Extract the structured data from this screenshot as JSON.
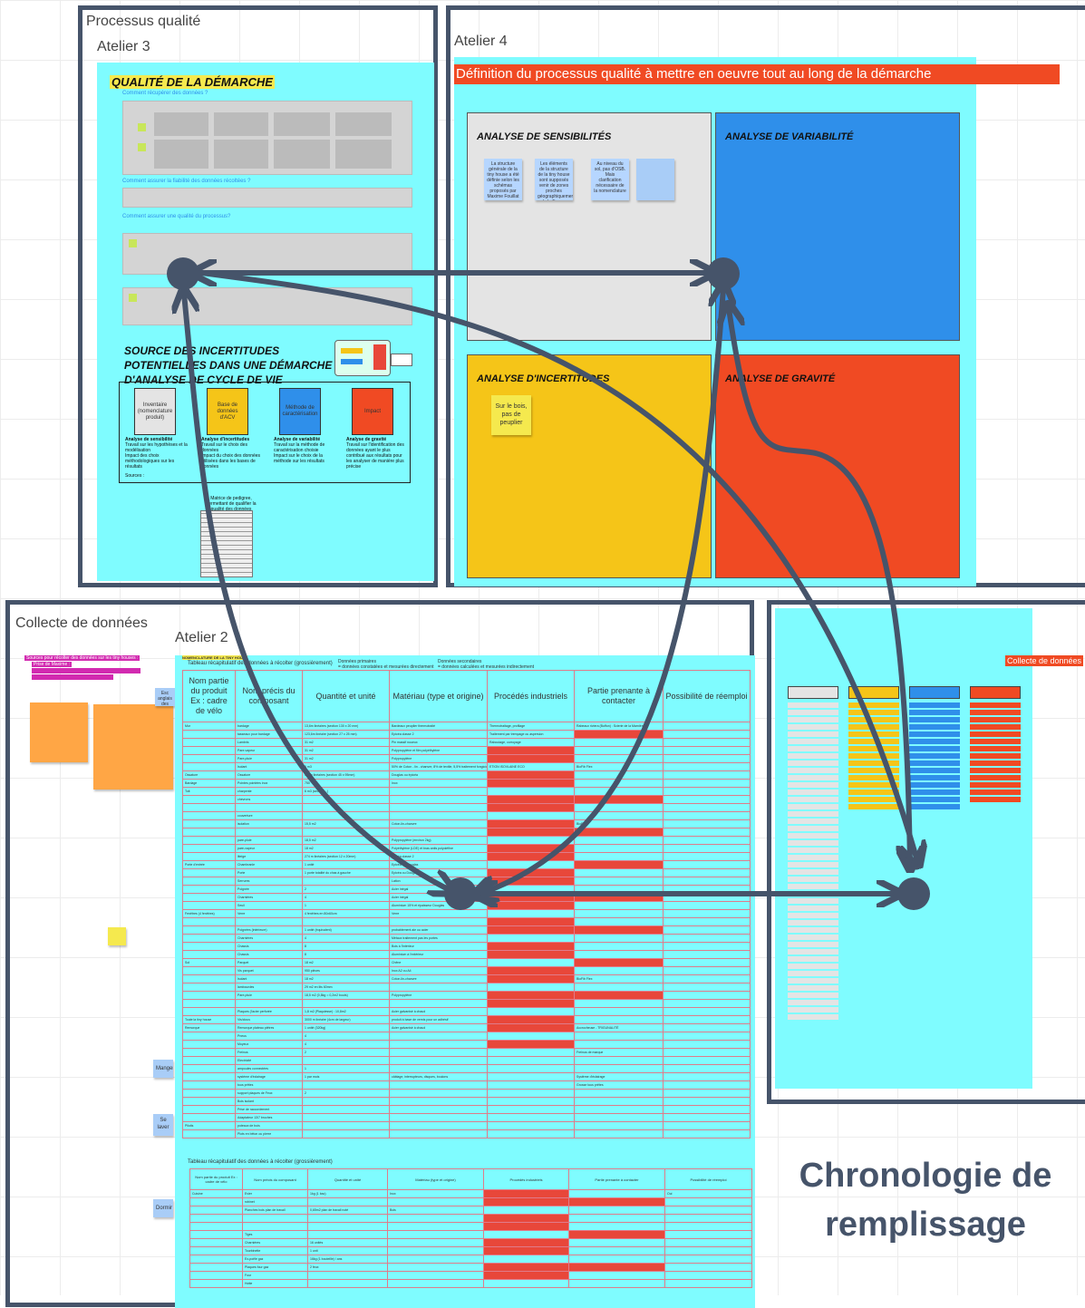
{
  "frames": {
    "processus": {
      "title": "Processus qualité"
    },
    "atelier3": {
      "title": "Atelier 3"
    },
    "atelier4": {
      "title": "Atelier 4"
    },
    "collecte": {
      "title": "Collecte de données"
    },
    "atelier2": {
      "title": "Atelier 2"
    }
  },
  "atelier3": {
    "heading": "QUALITÉ DE LA DÉMARCHE",
    "q1": "Comment récupérer des données ?",
    "q2": "Comment assurer la fiabilité des données récoltées ?",
    "q3": "Comment assurer une qualité du processus?",
    "source_heading": "SOURCE DES INCERTITUDES POTENTIELLES DANS UNE DÉMARCHE D'ANALYSE DE CYCLE DE VIE",
    "boxes": [
      "Inventaire (nomenclature produit)",
      "Base de données d'ACV",
      "Méthode de caractérisation",
      "Impact"
    ],
    "analyses": [
      {
        "title": "Analyse de sensibilité",
        "lines": [
          "Travail sur les hypothèses et la modélisation",
          "Impact des choix méthodologiques sur les résultats"
        ]
      },
      {
        "title": "Analyse d'incertitudes",
        "lines": [
          "Travail sur le choix des données",
          "Impact du choix des données utilisées dans les bases de données"
        ]
      },
      {
        "title": "Analyse de variabilité",
        "lines": [
          "Travail sur la méthode de caractérisation choisie",
          "Impact sur le choix de la méthode sur les résultats"
        ]
      },
      {
        "title": "Analyse de gravité",
        "lines": [
          "Travail sur l'identification des données ayant le plus contribué aux résultats pour les analyser de manière plus précise"
        ]
      }
    ],
    "sources_label": "Sources :",
    "matrix_caption": "Matrice de pedigree, permettant de qualifier la qualité des données"
  },
  "atelier4": {
    "banner": "Définition du processus qualité à mettre en oeuvre tout au long de la démarche",
    "quadrants": [
      {
        "title": "ANALYSE DE SENSIBILITÉS",
        "color": "#e4e4e4"
      },
      {
        "title": "ANALYSE DE VARIABILITÉ",
        "color": "#2f8fea"
      },
      {
        "title": "ANALYSE D'INCERTITUDES",
        "color": "#f5c518"
      },
      {
        "title": "ANALYSE DE GRAVITÉ",
        "color": "#f04a23"
      }
    ],
    "stickies_sens": [
      "La structure générale de la tiny house a été définie selon les schémas proposés par Maxime Fouillat",
      "Les éléments de la structure de la tiny house sont supposés venir de zones proches géographiquement de la France",
      "Au niveau du sol, pas d'OSB. Mais clarification nécessaire de la nomenclature",
      ""
    ],
    "sticky_incert": "Sur le bois, pas de peuplier"
  },
  "collecte_right": {
    "label": "Collecte de données",
    "column_colors": [
      "#e4e4e4",
      "#f5c518",
      "#2f8fea",
      "#f04a23"
    ]
  },
  "atelier2": {
    "section_title": "NOMENCLATURE DE LA TINY HOUSE",
    "table_title": "Tableau récapitulatif des données à récolter (grossièrement)",
    "primaires": "Données primaires\n= données constatées et mesurées directement",
    "secondaires": "Données secondaires\n= données calculées et mesurées indirectement",
    "headers": [
      "Nom partie du produit\nEx : cadre de vélo",
      "Nom précis du composant",
      "Quantité et unité",
      "Matériau (type et origine)",
      "Procédés industriels",
      "Partie prenante à contacter",
      "Possibilité de réemploi"
    ],
    "rows": [
      [
        "Mur",
        "bardage",
        "13,6m linéaires (section 130 x 20 mm)",
        "Bardeaux peuplier thermotraité",
        "Thermotraitage, profilage",
        "Rabeaux riviera (Buffon) : Scierie de la Marnière",
        ""
      ],
      [
        "",
        "tasseaux pour bardage",
        "123,6m linéaire (section 27 x 25 mm)",
        "Epicéa classe 2",
        "Traitement par trempage ou aspersion",
        "",
        ""
      ],
      [
        "",
        "Lambris",
        "31 m2",
        "Pin massif noueux",
        "Raboutage, corroyage",
        "",
        ""
      ],
      [
        "",
        "Pare-vapeur",
        "31 m2",
        "Polypropylène et film polyéthylène",
        "",
        "",
        ""
      ],
      [
        "",
        "Pare-pluie",
        "31 m2",
        "Polypropylène",
        "",
        "",
        ""
      ],
      [
        "",
        "Isolant",
        "6 m3",
        "50% de Coton - lin - chanvre, 8% de textile, 5,5% traitement fongicide",
        "ETION ISOVLAINE ECO",
        "BioFib Flex",
        ""
      ],
      [
        "Ossature",
        "Ossature",
        "180m linéaires (section 45 x 95mm)",
        "Douglas ou épicéa",
        "",
        "",
        ""
      ],
      [
        "Bardage",
        "Pointes pointées inox",
        "750",
        "Inox",
        "",
        "",
        ""
      ],
      [
        "Toit",
        "charpente",
        "6 m3 (section ...)",
        "",
        "",
        "",
        ""
      ],
      [
        "",
        "chevrons",
        "",
        "",
        "",
        "",
        ""
      ],
      [
        "",
        "",
        "",
        "",
        "",
        "",
        ""
      ],
      [
        "",
        "couverture",
        "",
        "",
        "",
        "",
        ""
      ],
      [
        "",
        "isolation",
        "15,5 m2",
        "Coton-lin-chanvre",
        "",
        "BioFib",
        ""
      ],
      [
        "",
        "",
        "",
        "",
        "",
        "",
        ""
      ],
      [
        "",
        "pare-pluie",
        "18,5 m2",
        "Polypropylène (environ 2kg)",
        "",
        "",
        ""
      ],
      [
        "",
        "pare-vapeur",
        "18 m2",
        "Polyéthylène (LDE) et bras antis polyoléfine",
        "",
        "",
        ""
      ],
      [
        "",
        "liteige",
        "274 m linéaires (section 12 x 20mm)",
        "Epicéa classe 2",
        "",
        "",
        ""
      ],
      [
        "Porte d'entrée",
        "Chambranle",
        "1 unité",
        "Epicéa ou Douglas",
        "",
        "",
        ""
      ],
      [
        "",
        "Porte",
        "1 porte totalité du chas à gauche",
        "Epicéa ou Douglas + ...",
        "",
        "",
        ""
      ],
      [
        "",
        "Serrures",
        "",
        "Laiton",
        "",
        "",
        ""
      ],
      [
        "",
        "Poignée",
        "2",
        "Acier inégal",
        "",
        "",
        ""
      ],
      [
        "",
        "Charnières",
        "4",
        "Acier inégal",
        "",
        "",
        ""
      ],
      [
        "",
        "Seuil",
        "1",
        "Aluminium 15% et épaisseur Douglas",
        "",
        "",
        ""
      ],
      [
        "Fenêtres (4 fenêtres)",
        "Verre",
        "4 fenêtres en 80x60cm",
        "Verre",
        "",
        "",
        ""
      ],
      [
        "",
        "",
        "",
        "",
        "",
        "",
        ""
      ],
      [
        "",
        "Poignées (intérieure)",
        "1 unité (équivalent)",
        "probablement aie ou acier",
        "",
        "",
        ""
      ],
      [
        "",
        "Charnières",
        "4",
        "Métaux traitement pas les portes",
        "",
        "",
        ""
      ],
      [
        "",
        "Chassis",
        "8",
        "Bois à l'intérieur",
        "",
        "",
        ""
      ],
      [
        "",
        "Chassis",
        "8",
        "Aluminium à l'extérieur",
        "",
        "",
        ""
      ],
      [
        "Sol",
        "Parquet",
        "18 m2",
        "Chêne",
        "",
        "",
        ""
      ],
      [
        "",
        "Vis parquet",
        "950 pièces",
        "Inox A2 ou A4",
        "",
        "",
        ""
      ],
      [
        "",
        "Isolant",
        "18 m2",
        "Coton-lin-chanvre",
        "",
        "BioFib Flex",
        ""
      ],
      [
        "",
        "lambourdes",
        "29 m2 en lits 60mm",
        "",
        "",
        "",
        ""
      ],
      [
        "",
        "Pare-pluie",
        "18,5 m2 (0,8kg = 0,2m2 bouts)",
        "Polypropylène",
        "",
        "",
        ""
      ],
      [
        "",
        "",
        "",
        "",
        "",
        "",
        ""
      ],
      [
        "",
        "Plaques (l'acier perforée",
        "1,8 m2 (Plaquiesse) : 10,8m2",
        "Acier galvanisé à chaud",
        "",
        "",
        ""
      ],
      [
        "Toute la tiny house",
        "Vis/clous",
        "3000 m linéaire (4cm de largeur)",
        "produit à base de vernis pour un adhésif",
        "",
        "",
        ""
      ],
      [
        "Remorque",
        "Remorque plateau piètres",
        "1 unité (320kg)",
        "Acier galvanisé à chaud",
        "",
        "Accrocheuse - TRIGUNALITÉ",
        ""
      ],
      [
        "",
        "Pneus",
        "4",
        "",
        "",
        "",
        ""
      ],
      [
        "",
        "Moyeux",
        "4",
        "",
        "",
        "",
        ""
      ],
      [
        "",
        "Freinus",
        "2",
        "",
        "",
        "Freinus de marque",
        ""
      ],
      [
        "",
        "Electricité",
        "",
        "",
        "",
        "",
        ""
      ],
      [
        "",
        "ampoules connectées",
        "1",
        "",
        "",
        "",
        ""
      ],
      [
        "",
        "système d'éclairage",
        "1 par mois",
        "câblage, interrupteurs, disques, boulons",
        "",
        "Système d'éclairage",
        ""
      ],
      [
        "",
        "tous prêtes",
        "",
        "",
        "",
        "Grosse tous prêtes",
        ""
      ],
      [
        "",
        "support plaques de Feux",
        "2",
        "",
        "",
        "",
        ""
      ],
      [
        "",
        "Bois isolant",
        "",
        "",
        "",
        "",
        ""
      ],
      [
        "",
        "Prise de raccordement",
        "",
        "",
        "",
        "",
        ""
      ],
      [
        "",
        "Adaptateur 13/7 broches",
        "",
        "",
        "",
        "",
        ""
      ],
      [
        "Pilotis",
        "poteaux de bois",
        "",
        "",
        "",
        "",
        ""
      ],
      [
        "",
        "Plots en béton ou pierre",
        "",
        "",
        "",
        "",
        ""
      ]
    ],
    "table2_title": "Tableau récapitulatif des données à récolter (grossièrement)",
    "headers2": [
      "Nom partie du produit\nEx : cadre de vélo",
      "Nom précis du composant",
      "Quantité et unité",
      "Matériau (type et origine)",
      "Procédés industriels",
      "Partie prenante à contacter",
      "Possibilité de réemploi"
    ],
    "rows2": [
      [
        "Cuisine",
        "Evier",
        "1kg (1 bac)",
        "Inox",
        "",
        "",
        "Oui"
      ],
      [
        "",
        "robinet",
        "",
        "",
        "",
        "",
        ""
      ],
      [
        "",
        "Planches bois plan de travail",
        "0,65m2 plan de travail noté",
        "Bois",
        "",
        "",
        ""
      ],
      [
        "",
        "",
        "",
        "",
        "",
        "",
        ""
      ],
      [
        "",
        "",
        "",
        "",
        "",
        "",
        ""
      ],
      [
        "",
        "Tiges",
        "",
        "",
        "",
        "",
        ""
      ],
      [
        "",
        "Charnières",
        "16 unités",
        "",
        "",
        "",
        ""
      ],
      [
        "",
        "Tourbinette",
        "1 unit",
        "",
        "",
        "",
        ""
      ],
      [
        "",
        "Ex-poêle gaz",
        "16kg (1 bouteille) / ans",
        "",
        "",
        "",
        ""
      ],
      [
        "",
        "Plaques four gaz",
        "2 feux",
        "",
        "",
        "",
        ""
      ],
      [
        "",
        "Four",
        "",
        "",
        "",
        "",
        ""
      ],
      [
        "",
        "Hotte",
        "",
        "",
        "",
        "",
        ""
      ]
    ]
  },
  "left_notes": {
    "magenta_label": "Sources pour récolter des données sur les tiny houses :",
    "magenta_sub": "Prise de Maxime :",
    "stickies": [
      "Esc anglais des connexions",
      "Manger",
      "Se laver",
      "Dormir"
    ]
  },
  "chronologie": "Chronologie de remplissage",
  "colors": {
    "frame": "#46546a",
    "cyan": "#7ffcff",
    "red": "#f04a23",
    "blue": "#2f8fea",
    "yellow": "#f5c518",
    "gray": "#e4e4e4"
  }
}
